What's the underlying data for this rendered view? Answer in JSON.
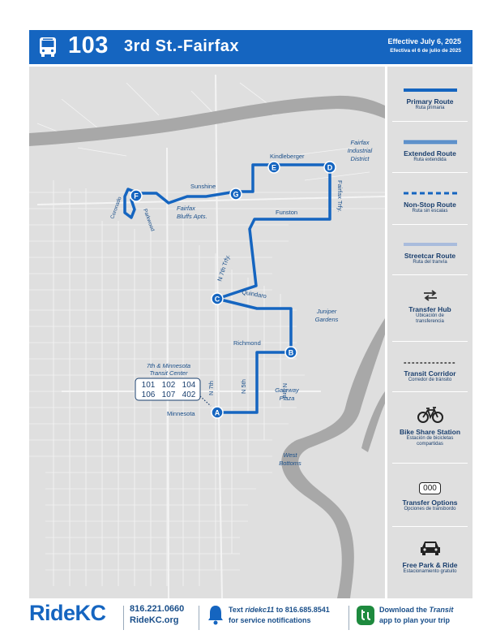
{
  "header": {
    "route_number": "103",
    "route_name": "3rd St.-Fairfax",
    "effective_en": "Effective July 6, 2025",
    "effective_es": "Efectiva el 6 de julio de 2025",
    "bus_icon": "bus-icon"
  },
  "map": {
    "stops": {
      "A": "A",
      "B": "B",
      "C": "C",
      "D": "D",
      "E": "E",
      "F": "F",
      "G": "G"
    },
    "streets": {
      "kindleberger": "Kindleberger",
      "sunshine": "Sunshine",
      "funston": "Funston",
      "fairfax_trfy": "Fairfax Trfy.",
      "n7th_trfy": "N 7th Trfy.",
      "quindaro": "Quindaro",
      "richmond": "Richmond",
      "n5th": "N 5th",
      "n3rd": "N 3rd",
      "n7th": "N 7th",
      "minnesota": "Minnesota",
      "coronado": "Coronado",
      "parkwood": "Parkwood"
    },
    "places": {
      "fairfax_industrial": [
        "Fairfax",
        "Industrial",
        "District"
      ],
      "fairfax_bluffs": [
        "Fairfax",
        "Bluffs Apts."
      ],
      "juniper_gardens": [
        "Juniper",
        "Gardens"
      ],
      "gateway_plaza": [
        "Gateway",
        "Plaza"
      ],
      "west_bottoms": [
        "West",
        "Bottoms"
      ],
      "transit_center": [
        "7th & Minnesota",
        "Transit Center"
      ]
    },
    "transfer_routes": [
      [
        "101",
        "102",
        "104"
      ],
      [
        "106",
        "107",
        "402"
      ]
    ]
  },
  "legend": [
    {
      "title": "Primary Route",
      "subtitle": "Ruta primaria",
      "icon": "primary-route-line"
    },
    {
      "title": "Extended Route",
      "subtitle": "Ruta extendida",
      "icon": "extended-route-line"
    },
    {
      "title": "Non-Stop Route",
      "subtitle": "Ruta sin escalas",
      "icon": "non-stop-route-line"
    },
    {
      "title": "Streetcar Route",
      "subtitle": "Ruta del tranvía",
      "icon": "streetcar-route-line"
    },
    {
      "title": "Transfer Hub",
      "subtitle": "Ubicación de transferencia",
      "icon": "transfer-arrows-icon"
    },
    {
      "title": "Transit Corridor",
      "subtitle": "Corredor de tránsito",
      "icon": "dotted-line"
    },
    {
      "title": "Bike Share Station",
      "subtitle": "Estación de bicicletas compartidas",
      "icon": "bicycle-icon"
    },
    {
      "title": "Transfer Options",
      "subtitle": "Opciones de transbordo",
      "icon_text": "000",
      "icon": "route-box"
    },
    {
      "title": "Free Park & Ride",
      "subtitle": "Estacionamiento gratuito",
      "icon": "car-icon"
    }
  ],
  "footer": {
    "logo": "RideKC",
    "phone": "816.221.0660",
    "website": "RideKC.org",
    "text_line1_pre": "Text ",
    "text_keyword": "ridekc11",
    "text_line1_post": " to 816.685.8541",
    "text_line2": "for service notifications",
    "app_line1_pre": "Download the ",
    "app_name": "Transit",
    "app_line2": "app to plan your trip",
    "colors": {
      "brand": "#1565c0",
      "route": "#1565c0",
      "map_bg": "#dfdfdf"
    }
  }
}
